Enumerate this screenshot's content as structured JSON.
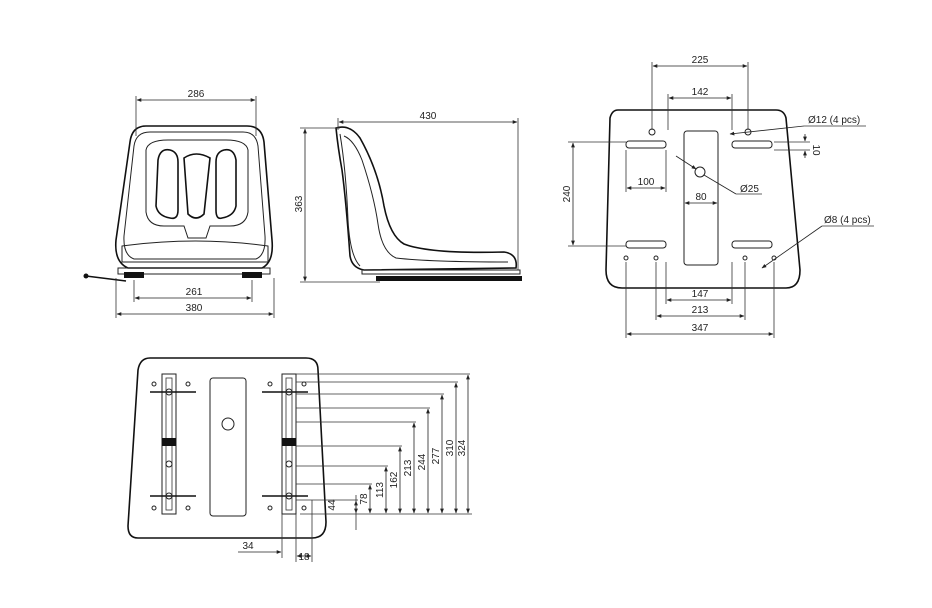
{
  "front_view": {
    "dim_top": "286",
    "dim_bottom_inner": "261",
    "dim_bottom_outer": "380"
  },
  "side_view": {
    "dim_depth": "430",
    "dim_height": "363"
  },
  "top_plate": {
    "dim_225": "225",
    "dim_142": "142",
    "dim_240": "240",
    "dim_100": "100",
    "dim_80": "80",
    "dim_147": "147",
    "dim_213": "213",
    "dim_347": "347",
    "hole_12": "Ø12 (4 pcs)",
    "hole_25": "Ø25",
    "hole_8": "Ø8 (4 pcs)",
    "dim_small": "10"
  },
  "bottom_plate": {
    "dim_324": "324",
    "dim_310": "310",
    "dim_277": "277",
    "dim_244": "244",
    "dim_213": "213",
    "dim_162": "162",
    "dim_113": "113",
    "dim_78": "78",
    "dim_44": "44",
    "dim_34": "34",
    "dim_18": "18"
  }
}
